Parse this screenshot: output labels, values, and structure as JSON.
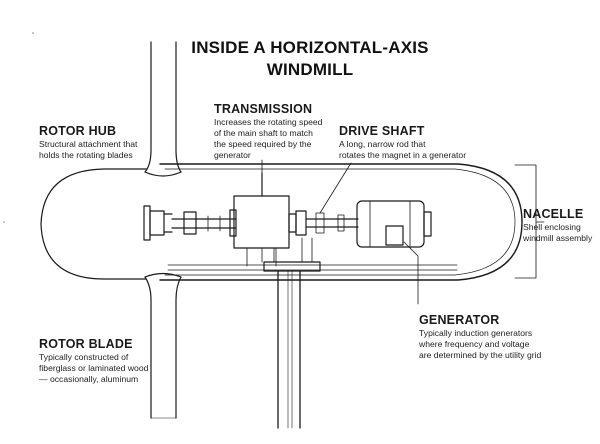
{
  "title": {
    "line1": "INSIDE A HORIZONTAL-AXIS",
    "line2": "WINDMILL"
  },
  "labels": {
    "rotor_hub": {
      "heading": "ROTOR HUB",
      "desc": [
        "Structural attachment that",
        "holds the rotating blades"
      ]
    },
    "transmission": {
      "heading": "TRANSMISSION",
      "desc": [
        "Increases the rotating speed",
        "of the main shaft to match",
        "the speed required by the",
        "generator"
      ]
    },
    "drive_shaft": {
      "heading": "DRIVE SHAFT",
      "desc": [
        "A long, narrow rod that",
        "rotates the magnet in a generator"
      ]
    },
    "nacelle": {
      "heading": "NACELLE",
      "desc": [
        "Shell enclosing",
        "windmill assembly"
      ]
    },
    "generator": {
      "heading": "GENERATOR",
      "desc": [
        "Typically induction generators",
        "where frequency and voltage",
        "are determined by the utility grid"
      ]
    },
    "rotor_blade": {
      "heading": "ROTOR BLADE",
      "desc": [
        "Typically constructed of",
        "fiberglass or laminated wood",
        "— occasionally, aluminum"
      ]
    }
  },
  "colors": {
    "ink": "#1a1a1a",
    "background": "#ffffff"
  }
}
